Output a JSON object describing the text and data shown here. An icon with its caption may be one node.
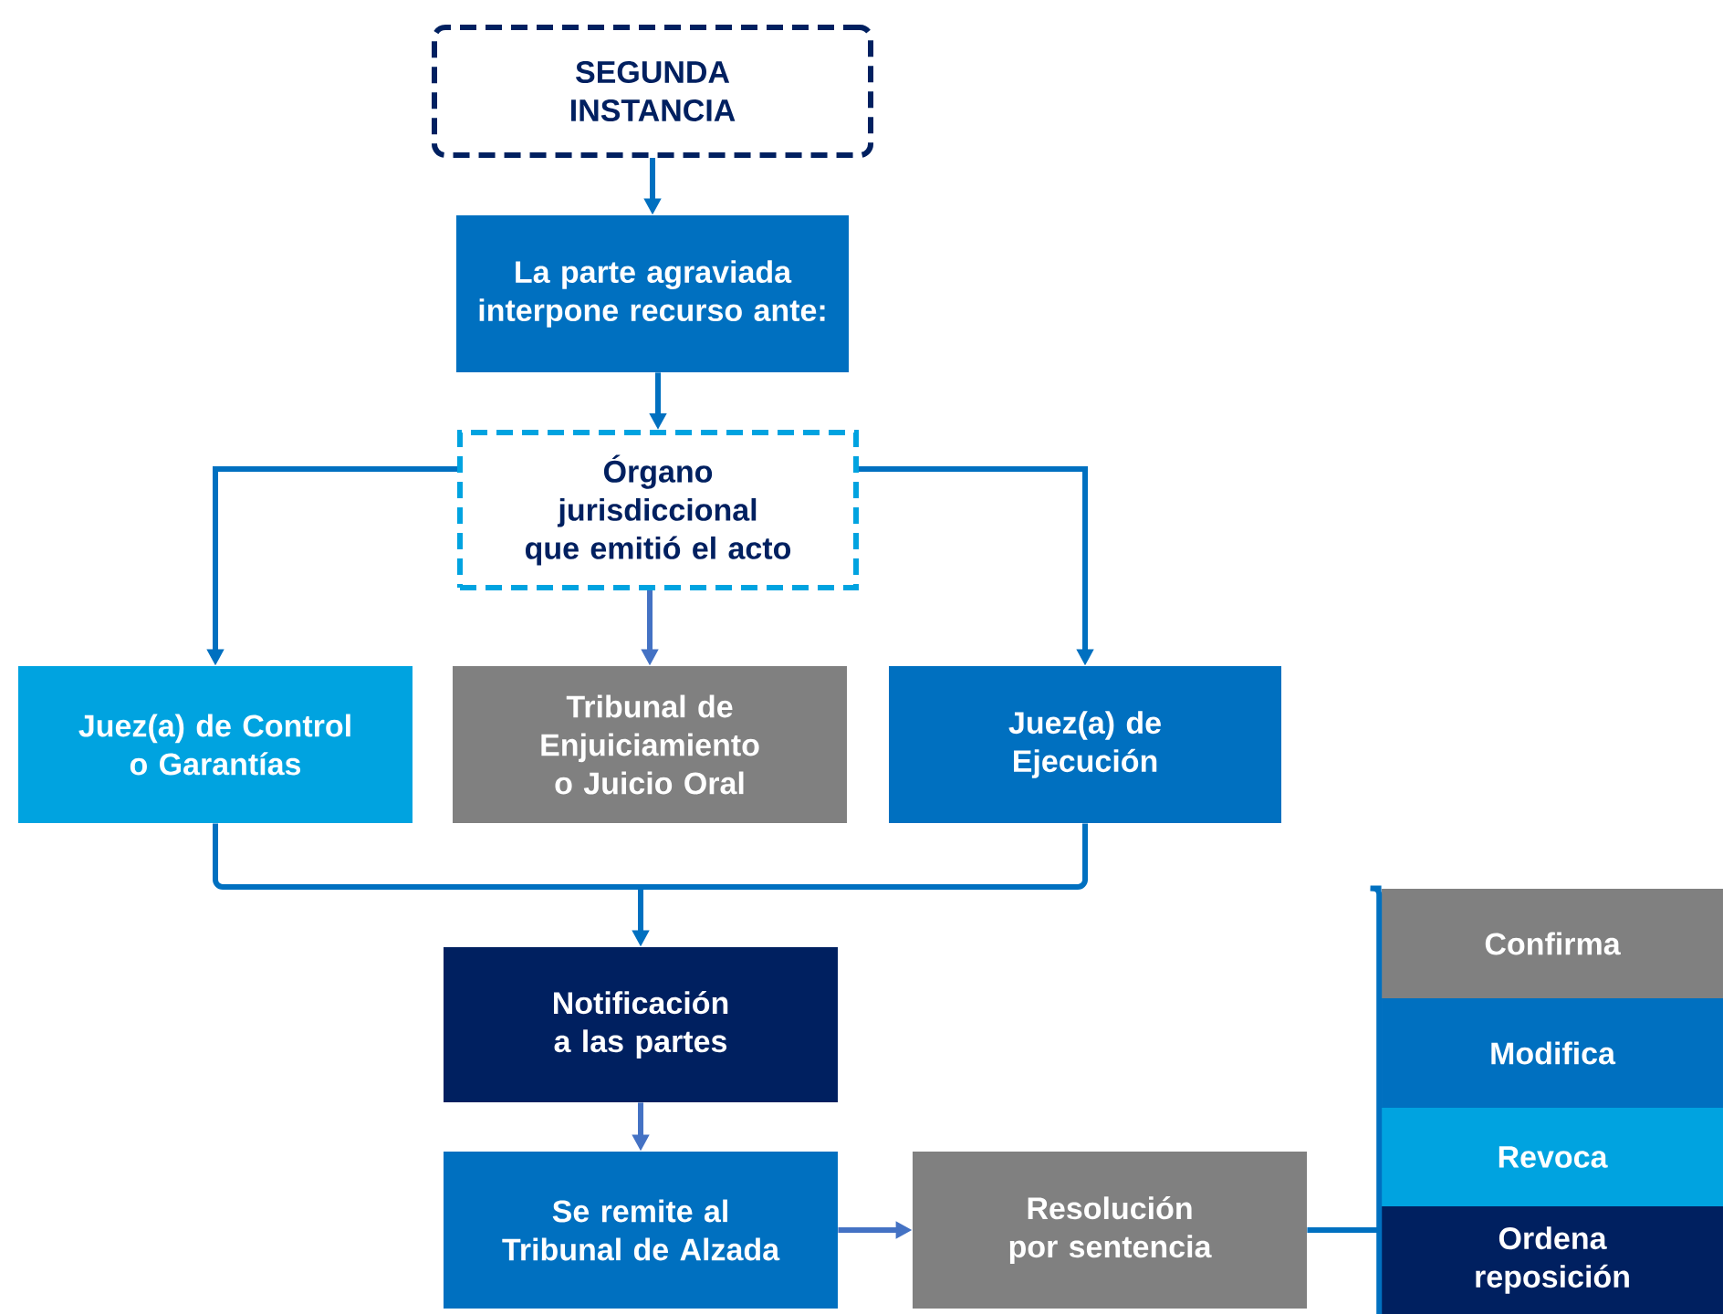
{
  "diagram": {
    "nodes": [
      {
        "text": [
          "SEGUNDA INSTANCIA"
        ]
      },
      {
        "text": [
          "La parte agraviada interpone recurso ante:"
        ]
      },
      {
        "text": [
          "Órgano jurisdiccional que emitió el acto"
        ]
      },
      {
        "text": [
          "Juez(a) de Control o Garantías"
        ]
      },
      {
        "text": [
          "Tribunal de Enjuiciamiento o Juicio Oral"
        ]
      },
      {
        "text": [
          "Juez(a) de Ejecución"
        ]
      },
      {
        "text": [
          "Notificación a las partes"
        ]
      },
      {
        "text": [
          "Se remite al Tribunal de Alzada"
        ]
      },
      {
        "text": [
          "Resolución por sentencia"
        ]
      },
      {
        "text": [
          "Confirma"
        ]
      },
      {
        "text": [
          "Modifica"
        ]
      },
      {
        "text": [
          "Revoca"
        ]
      },
      {
        "text": [
          "Ordena reposición"
        ]
      }
    ],
    "edges": [
      {
        "from": 0,
        "to": 1,
        "arrow": "to"
      },
      {
        "from": 1,
        "to": 2,
        "arrow": "to"
      },
      {
        "from": 2,
        "to": 3,
        "arrow": "to"
      },
      {
        "from": 2,
        "to": 4,
        "arrow": "to",
        "color": "#4472c4"
      },
      {
        "from": 2,
        "to": 5,
        "arrow": "to"
      },
      {
        "from": 3,
        "to": 6,
        "arrow": "to"
      },
      {
        "from": 5,
        "to": 6,
        "arrow": "to"
      },
      {
        "from": 6,
        "to": 7,
        "arrow": "to",
        "color": "#4472c4"
      },
      {
        "from": 7,
        "to": 8,
        "arrow": "to",
        "color": "#4472c4"
      },
      {
        "from": 8,
        "to": 9,
        "arrow": "none"
      },
      {
        "from": 8,
        "to": 10,
        "arrow": "none"
      },
      {
        "from": 8,
        "to": 11,
        "arrow": "none"
      },
      {
        "from": 8,
        "to": 12,
        "arrow": "none"
      }
    ]
  }
}
